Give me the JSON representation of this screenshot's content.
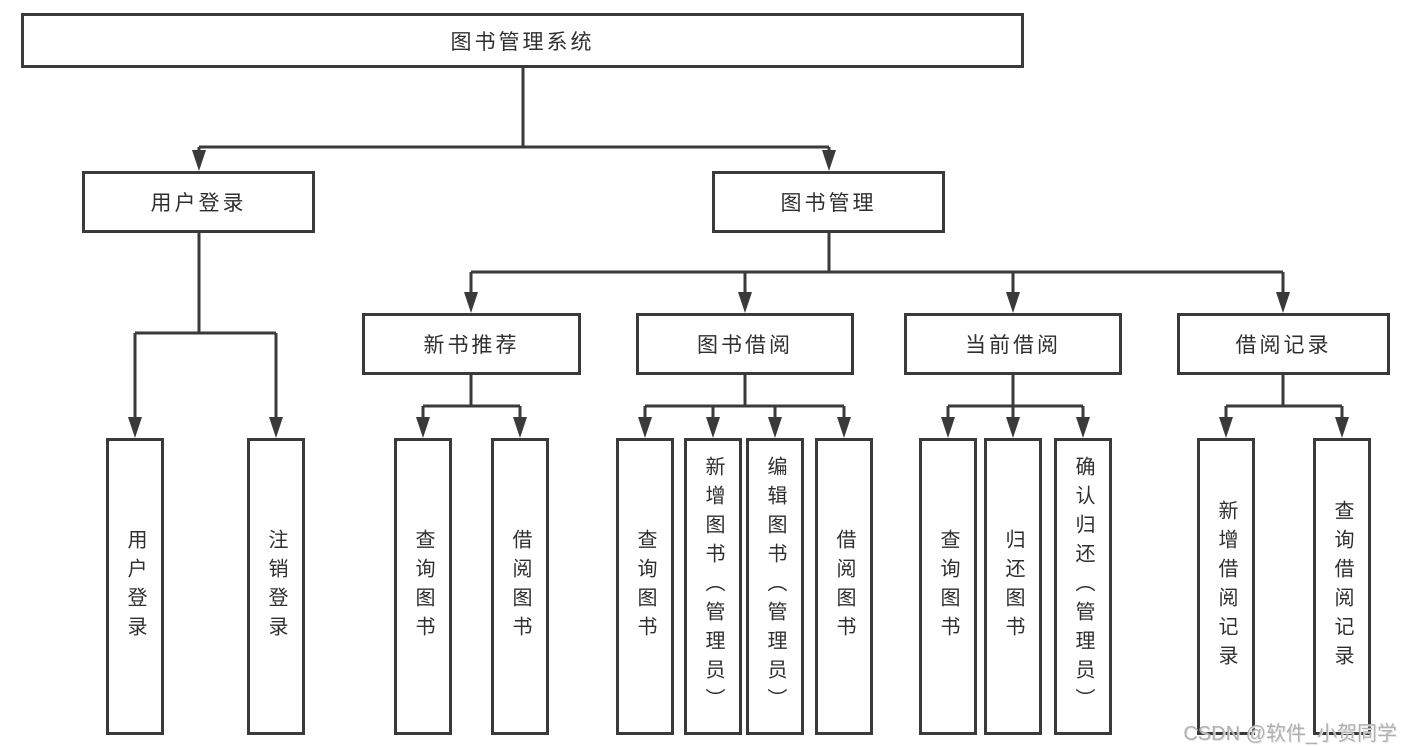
{
  "diagram": {
    "title": "图书管理系统",
    "level2": [
      {
        "label": "用户登录",
        "parent": "图书管理系统"
      },
      {
        "label": "图书管理",
        "parent": "图书管理系统"
      }
    ],
    "level3": [
      {
        "label": "新书推荐",
        "parent": "图书管理"
      },
      {
        "label": "图书借阅",
        "parent": "图书管理"
      },
      {
        "label": "当前借阅",
        "parent": "图书管理"
      },
      {
        "label": "借阅记录",
        "parent": "图书管理"
      }
    ],
    "leaves": [
      {
        "label": "用户登录",
        "parent": "用户登录"
      },
      {
        "label": "注销登录",
        "parent": "用户登录"
      },
      {
        "label": "查询图书",
        "parent": "新书推荐"
      },
      {
        "label": "借阅图书",
        "parent": "新书推荐"
      },
      {
        "label": "查询图书",
        "parent": "图书借阅"
      },
      {
        "label": "新增图书（管理员）",
        "parent": "图书借阅"
      },
      {
        "label": "编辑图书（管理员）",
        "parent": "图书借阅"
      },
      {
        "label": "借阅图书",
        "parent": "图书借阅"
      },
      {
        "label": "查询图书",
        "parent": "当前借阅"
      },
      {
        "label": "归还图书",
        "parent": "当前借阅"
      },
      {
        "label": "确认归还（管理员）",
        "parent": "当前借阅"
      },
      {
        "label": "新增借阅记录",
        "parent": "借阅记录"
      },
      {
        "label": "查询借阅记录",
        "parent": "借阅记录"
      }
    ]
  },
  "watermark": "CSDN @软件_小贺同学",
  "colors": {
    "line": "#3a3a3a",
    "box_border": "#3a3a3a",
    "text": "#2f2f2f",
    "background": "#ffffff",
    "watermark": "#b0b0b0"
  }
}
